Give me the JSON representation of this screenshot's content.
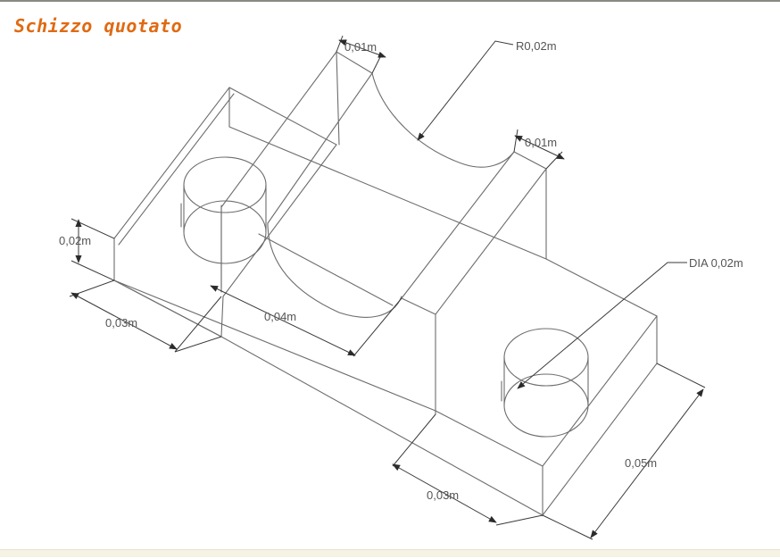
{
  "title": "Schizzo quotato",
  "dimensions": {
    "top_width_left": "0,01m",
    "radius": "R0,02m",
    "top_width_right": "0,01m",
    "height": "0,02m",
    "base_left": "0,03m",
    "channel_width": "0,04m",
    "hole_diameter": "DIA 0,02m",
    "depth": "0,05m",
    "base_right": "0,03m"
  },
  "colors": {
    "title": "#e06a12",
    "line": "#6d6d6d",
    "dimension_line": "#3a3a3a",
    "label": "#555555"
  }
}
